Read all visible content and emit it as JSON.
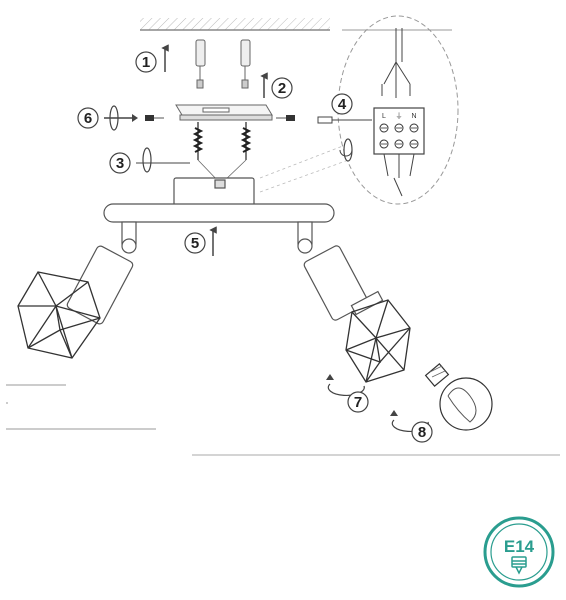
{
  "steps": [
    "1",
    "2",
    "3",
    "4",
    "5",
    "6",
    "7",
    "8"
  ],
  "terminal_block": {
    "labels": [
      "L",
      "⏚",
      "N"
    ]
  },
  "badge": {
    "label": "E14",
    "color": "#2a9d8f"
  },
  "colors": {
    "line": "#555555",
    "light": "#999999",
    "accent": "#2a9d8f"
  }
}
